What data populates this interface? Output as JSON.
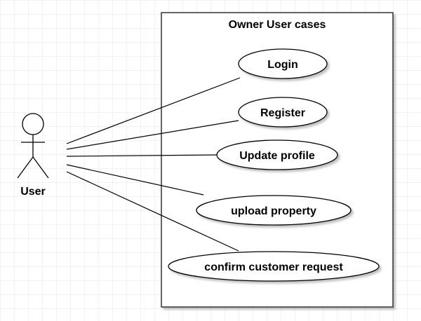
{
  "diagram": {
    "system_title": "Owner User cases",
    "actor": {
      "label": "User"
    },
    "use_cases": [
      {
        "label": "Login"
      },
      {
        "label": "Register"
      },
      {
        "label": "Update profile"
      },
      {
        "label": "upload property"
      },
      {
        "label": "confirm customer request"
      }
    ]
  },
  "colors": {
    "grid": "#e6e6e6",
    "stroke": "#000000",
    "boundary_stroke": "#333333",
    "fill": "#ffffff"
  }
}
